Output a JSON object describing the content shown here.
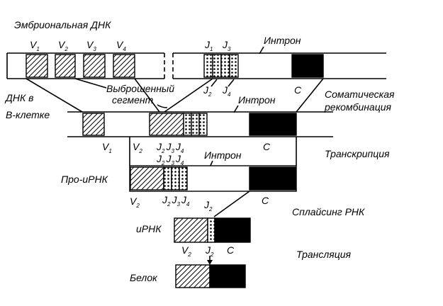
{
  "labels": {
    "embryonic_dna": "Эмбриональная ДНК",
    "intron": "Интрон",
    "discarded_segment_1": "Выброшенный",
    "discarded_segment_2": "сегмент",
    "dna_b_cell_1": "ДНК в",
    "dna_b_cell_2": "В-клетке",
    "somatic_1": "Соматическая",
    "somatic_2": "рекомбинация",
    "transcription": "Транскрипция",
    "pro_mrna": "Про-иРНК",
    "splicing": "Сплайсинг РНК",
    "mrna": "иРНК",
    "translation": "Трансляция",
    "protein": "Белок"
  },
  "segments": {
    "V": "V",
    "J": "J",
    "C": "C",
    "v1": "1",
    "v2": "2",
    "v3": "3",
    "v4": "4",
    "j1": "1",
    "j2": "2",
    "j3": "3",
    "j4": "4"
  }
}
